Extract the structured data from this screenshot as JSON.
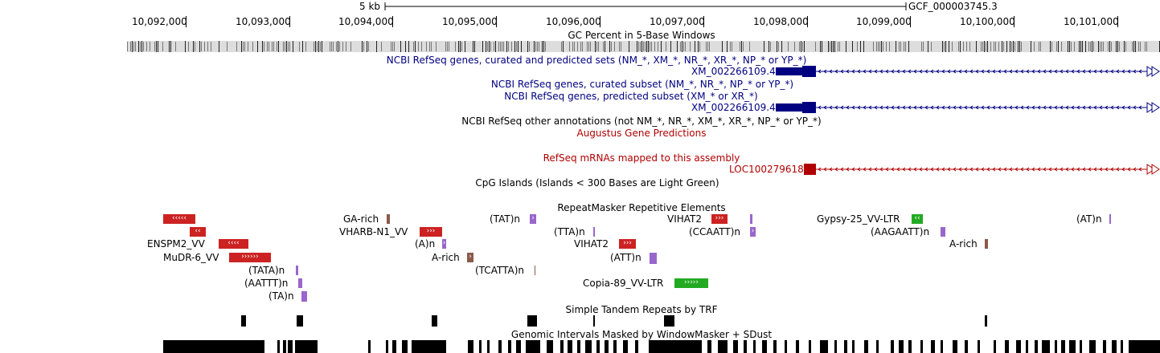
{
  "colors": {
    "refseq_blue": "#000080",
    "mrna_red": "#b00000",
    "track_title_blue": "#000080",
    "track_title_red": "#b00000",
    "repeat_red": "#cc2222",
    "repeat_brown": "#8b5a4a",
    "repeat_purple": "#9966cc",
    "repeat_green": "#22aa22",
    "gc_gray": "#cccccc",
    "black": "#000000"
  },
  "ruler": {
    "scale_label": "5 kb",
    "assembly": "GCF_000003745.3",
    "positions": [
      "10,092,000",
      "10,093,000",
      "10,094,000",
      "10,095,000",
      "10,096,000",
      "10,097,000",
      "10,098,000",
      "10,099,000",
      "10,100,000",
      "10,101,000"
    ]
  },
  "tracks": {
    "gc_percent": "GC Percent in 5-Base Windows",
    "refseq_all": "NCBI RefSeq genes, curated and predicted sets (NM_*, XM_*, NR_*, XR_*, NP_* or YP_*)",
    "refseq_curated": "NCBI RefSeq genes, curated subset (NM_*, NR_*, NP_* or YP_*)",
    "refseq_predicted": "NCBI RefSeq genes, predicted subset (XM_* or XR_*)",
    "refseq_other": "NCBI RefSeq other annotations (not NM_*, NR_*, XM_*, XR_*, NP_* or YP_*)",
    "augustus": "Augustus Gene Predictions",
    "refseq_mrna": "RefSeq mRNAs mapped to this assembly",
    "cpg": "CpG Islands (Islands < 300 Bases are Light Green)",
    "repeatmasker": "RepeatMasker Repetitive Elements",
    "trf": "Simple Tandem Repeats by TRF",
    "windowmasker": "Genomic Intervals Masked by WindowMasker + SDust"
  },
  "genes": {
    "refseq_all_name": "XM_002266109.4",
    "refseq_predicted_name": "XM_002266109.4",
    "mrna_name": "LOC100279618"
  },
  "repeats": {
    "ga_rich": "GA-rich",
    "tat": "(TAT)n",
    "vihat2_a": "VIHAT2",
    "gypsy": "Gypsy-25_VV-LTR",
    "at": "(AT)n",
    "vharb": "VHARB-N1_VV",
    "tta": "(TTA)n",
    "ccaatt": "(CCAATT)n",
    "aagaatt": "(AAGAATT)n",
    "ensp": "ENSPM2_VV",
    "an": "(A)n",
    "vihat2_b": "VIHAT2",
    "a_rich_1": "A-rich",
    "mudr": "MuDR-6_VV",
    "a_rich_2": "A-rich",
    "att": "(ATT)n",
    "tata": "(TATA)n",
    "tcatta": "(TCATTA)n",
    "aattt": "(AATTT)n",
    "copia": "Copia-89_VV-LTR",
    "ta": "(TA)n"
  },
  "glyphs": {
    "left5": "‹‹‹‹‹",
    "left2": "‹‹",
    "left4": "‹‹‹‹",
    "right6": "››››››",
    "right3": "›››",
    "right1": "›",
    "left1": "‹",
    "right5": "›››››"
  }
}
